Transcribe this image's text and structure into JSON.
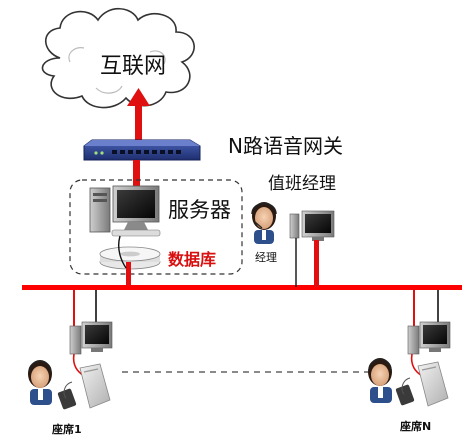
{
  "labels": {
    "internet": "互联网",
    "gateway": "N路语音网关",
    "server": "服务器",
    "database": "数据库",
    "duty_manager": "值班经理",
    "manager": "经理",
    "seat_1": "座席1",
    "seat_n": "座席N"
  },
  "colors": {
    "network_line": "#ff0000",
    "database_text": "#d81010",
    "gateway_body": "#2a3f8c",
    "uplink_arrow": "#e01010",
    "cable": "#111111"
  },
  "icons": {
    "cloud": "cloud-icon",
    "gateway": "network-switch-icon",
    "server": "server-computer-icon",
    "database": "database-disk-icon",
    "workstation": "desktop-computer-icon",
    "agent": "headset-agent-icon",
    "phone": "desk-phone-icon"
  }
}
